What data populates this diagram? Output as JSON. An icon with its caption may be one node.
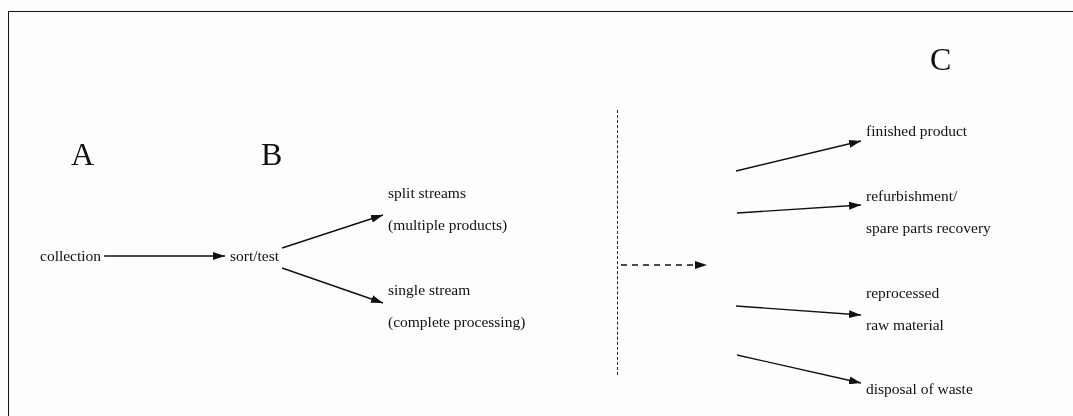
{
  "diagram": {
    "nodes": [
      {
        "text": [
          "collection"
        ]
      },
      {
        "text": [
          "sort/test"
        ]
      },
      {
        "text": [
          "split streams (multiple products)"
        ]
      },
      {
        "text": [
          "single stream (complete processing)"
        ]
      },
      {
        "text": [],
        "shape": "bar"
      },
      {
        "text": [
          "finished product"
        ]
      },
      {
        "text": [
          "refurbishment/ spare parts recovery"
        ]
      },
      {
        "text": [
          "reprocessed raw material"
        ]
      },
      {
        "text": [
          "disposal of waste"
        ]
      }
    ],
    "edges": [
      {
        "from": 0,
        "to": 1,
        "arrow": "to"
      },
      {
        "from": 1,
        "to": 2,
        "arrow": "to"
      },
      {
        "from": 1,
        "to": 3,
        "arrow": "to"
      },
      {
        "from": 4,
        "to": null,
        "arrow": "to",
        "style": "dashed"
      },
      {
        "from": null,
        "to": 5,
        "arrow": "to"
      },
      {
        "from": null,
        "to": 6,
        "arrow": "to"
      },
      {
        "from": null,
        "to": 7,
        "arrow": "to"
      },
      {
        "from": null,
        "to": 8,
        "arrow": "to"
      }
    ],
    "labels": [
      "A",
      "B",
      "C"
    ]
  }
}
